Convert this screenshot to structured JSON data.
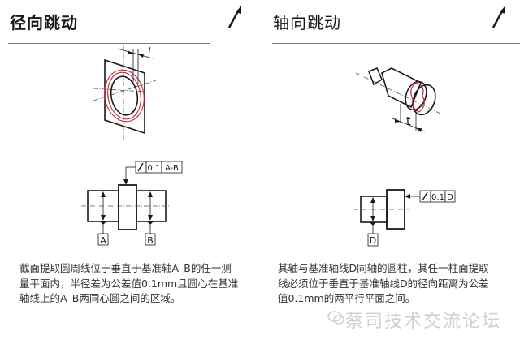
{
  "panels": {
    "radial": {
      "title": "径向跳动",
      "symbol": "circular-runout-arrow",
      "tolerance_frame": {
        "symbol": "↗",
        "value": "0.1",
        "datum": "A-B"
      },
      "datum_labels": [
        "A",
        "B"
      ],
      "zone_label": "t",
      "description": "截面提取圆周线位于垂直于基准轴A–B的任一测量平面内，半径差为公差值0.1mm且圆心在基准轴线上的A–B两同心圆之间的区域。"
    },
    "axial": {
      "title": "轴向跳动",
      "symbol": "circular-runout-arrow",
      "tolerance_frame": {
        "symbol": "↗",
        "value": "0.1",
        "datum": "D"
      },
      "datum_labels": [
        "D"
      ],
      "zone_label": "t",
      "description": "其轴与基准轴线D同轴的圆柱，其任一柱面提取线必须位于垂直于基准轴线D的径向距离为公差值0.1mm的两平行平面之间。"
    }
  },
  "watermark": {
    "text": "蔡司技术交流论坛",
    "icon": "wechat-icon"
  },
  "colors": {
    "line": "#1a1a1a",
    "tolerance_profile": "#c8283c",
    "rule": "#777777",
    "watermark": "#d0d0d0"
  }
}
